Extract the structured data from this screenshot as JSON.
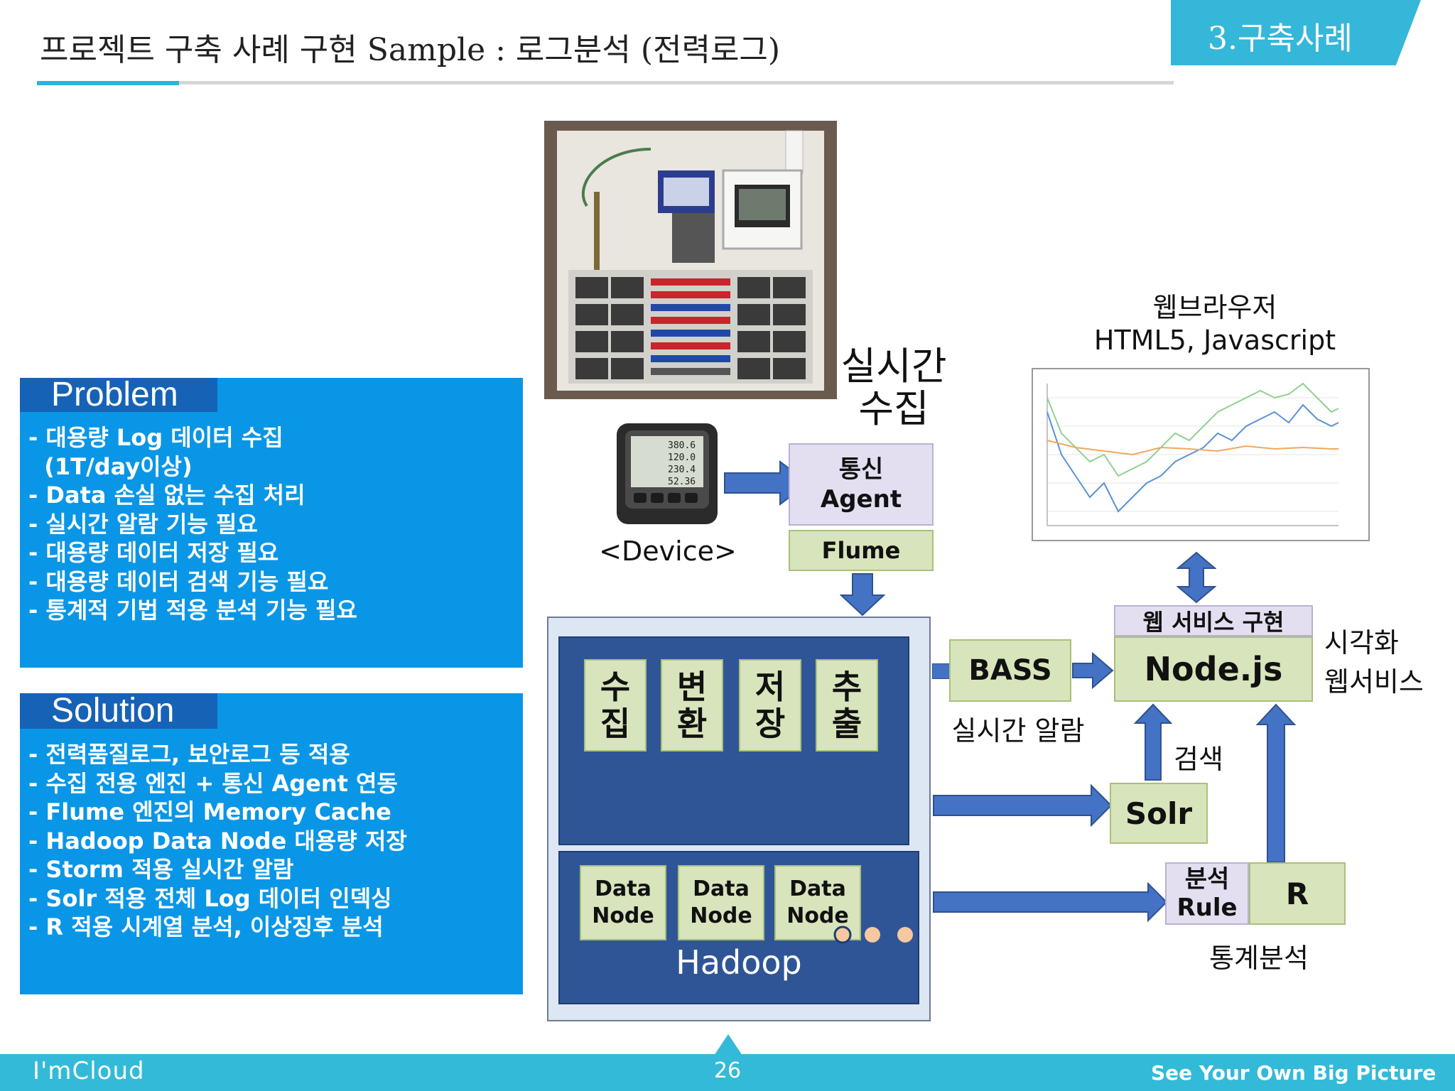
{
  "header": {
    "title": "프로젝트 구축 사례 구현 Sample : 로그분석 (전력로그)",
    "section_tab": "3.구축사례"
  },
  "problem": {
    "tag": "Problem",
    "items": [
      "- 대용량 Log 데이터 수집",
      "  (1T/day이상)",
      "- Data 손실 없는 수집 처리",
      "- 실시간 알람 기능 필요",
      "- 대용량 데이터 저장 필요",
      "- 대용량 데이터 검색 기능 필요",
      "- 통계적 기법 적용 분석 기능 필요"
    ]
  },
  "solution": {
    "tag": "Solution",
    "items": [
      "- 전력품질로그, 보안로그 등 적용",
      "- 수집 전용 엔진 + 통신 Agent 연동",
      "- Flume 엔진의 Memory Cache",
      "- Hadoop Data Node 대용량 저장",
      "- Storm 적용 실시간 알람",
      "- Solr 적용 전체 Log 데이터 인덱싱",
      "- R 적용 시계열 분석, 이상징후 분석"
    ]
  },
  "diagram": {
    "realtime_collect": [
      "실시간",
      "수집"
    ],
    "device_label": "<Device>",
    "meter_readings": [
      "380.6",
      "120.0",
      "230.4",
      "52.36"
    ],
    "agent_box": [
      "통신",
      "Agent"
    ],
    "flume_box": "Flume",
    "stages": [
      [
        "수",
        "집"
      ],
      [
        "변",
        "환"
      ],
      [
        "저",
        "장"
      ],
      [
        "추",
        "출"
      ]
    ],
    "data_nodes": [
      [
        "Data",
        "Node"
      ],
      [
        "Data",
        "Node"
      ],
      [
        "Data",
        "Node"
      ]
    ],
    "hadoop_label": "Hadoop",
    "bass_box": "BASS",
    "bass_caption": "실시간 알람",
    "web_service_header": "웹 서비스 구현",
    "nodejs_box": "Node.js",
    "visual_caption": [
      "시각화",
      "웹서비스"
    ],
    "browser_caption": [
      "웹브라우저",
      "HTML5, Javascript"
    ],
    "search_caption": "검색",
    "solr_box": "Solr",
    "rule_box": [
      "분석",
      "Rule"
    ],
    "r_box": "R",
    "stats_caption": "통계분석"
  },
  "footer": {
    "brand": "I'mCloud",
    "page_number": "26",
    "slogan": "See Your Own Big Picture"
  },
  "colors": {
    "accent": "#35b7d9",
    "panel_blue": "#0a96e6",
    "tag_blue": "#1662b6",
    "hadoop_navy": "#2f5597",
    "box_green": "#d8e4bc",
    "arrow_blue": "#4472c4"
  }
}
